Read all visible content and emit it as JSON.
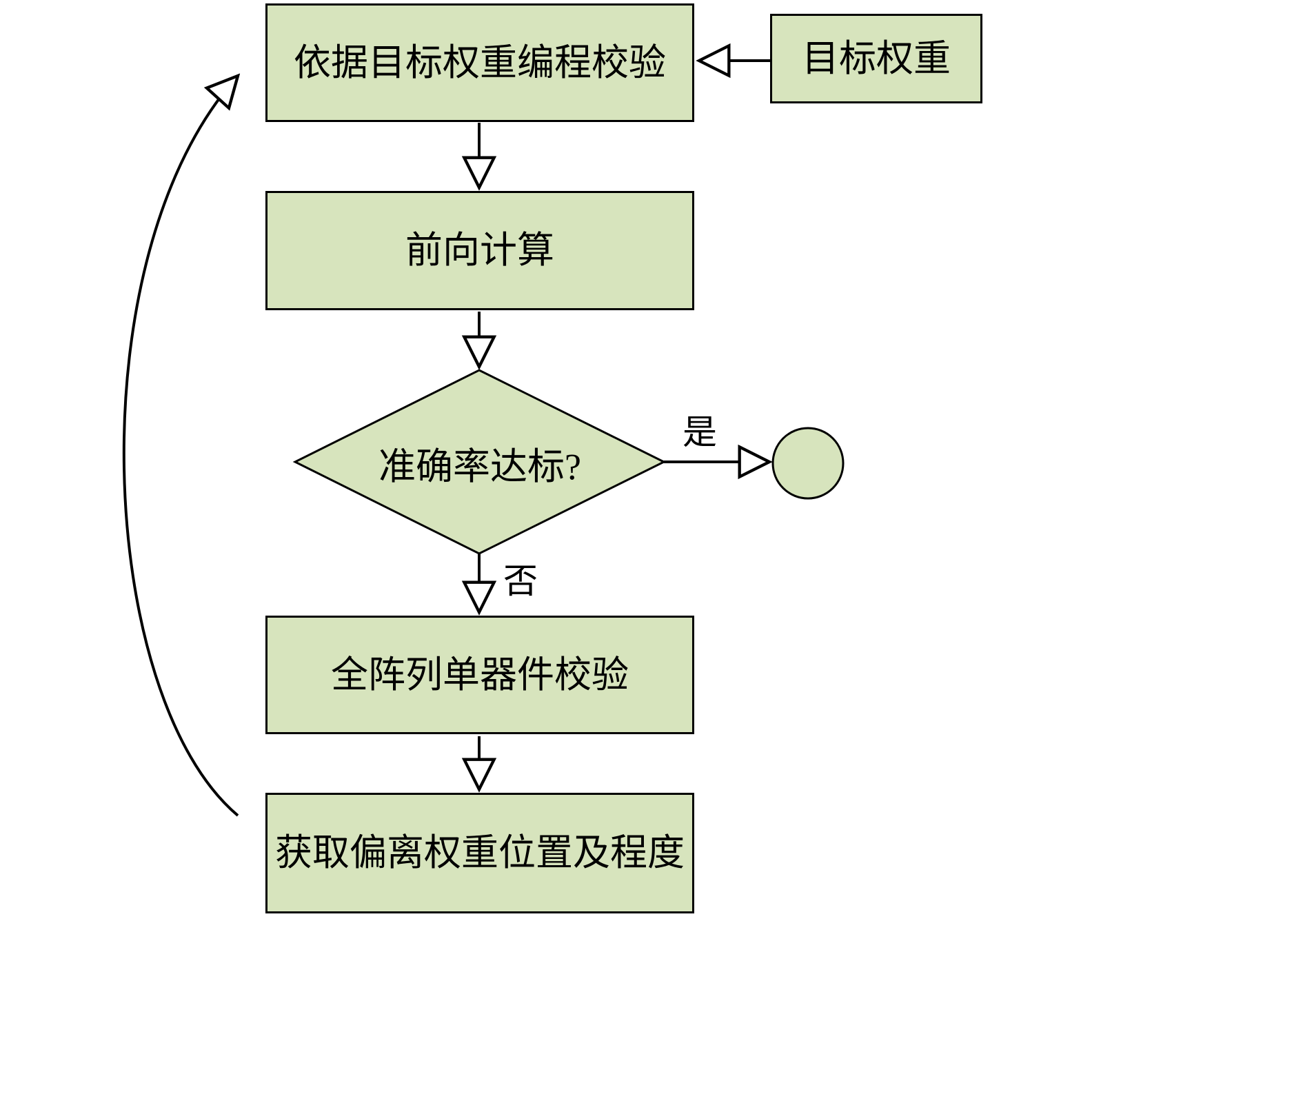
{
  "diagram": {
    "title": "weight-programming-verification-flowchart",
    "nodes": {
      "verify_by_target": {
        "label": "依据目标权重编程校验",
        "shape": "rect"
      },
      "target_weights": {
        "label": "目标权重",
        "shape": "rect"
      },
      "forward_compute": {
        "label": "前向计算",
        "shape": "rect"
      },
      "accuracy_check": {
        "label": "准确率达标?",
        "shape": "diamond"
      },
      "full_array_verify": {
        "label": "全阵列单器件校验",
        "shape": "rect"
      },
      "get_deviation": {
        "label": "获取偏离权重位置及程度",
        "shape": "rect"
      },
      "end_terminal": {
        "label": "",
        "shape": "circle"
      }
    },
    "edges": {
      "target_to_verify": {
        "label": ""
      },
      "verify_to_forward": {
        "label": ""
      },
      "forward_to_decision": {
        "label": ""
      },
      "decision_yes_to_end": {
        "label": "是"
      },
      "decision_no_to_array": {
        "label": "否"
      },
      "array_to_deviation": {
        "label": ""
      },
      "feedback_loop": {
        "label": ""
      }
    },
    "colors": {
      "node_fill": "#d7e4bd",
      "node_stroke": "#000000",
      "background": "#ffffff"
    }
  }
}
